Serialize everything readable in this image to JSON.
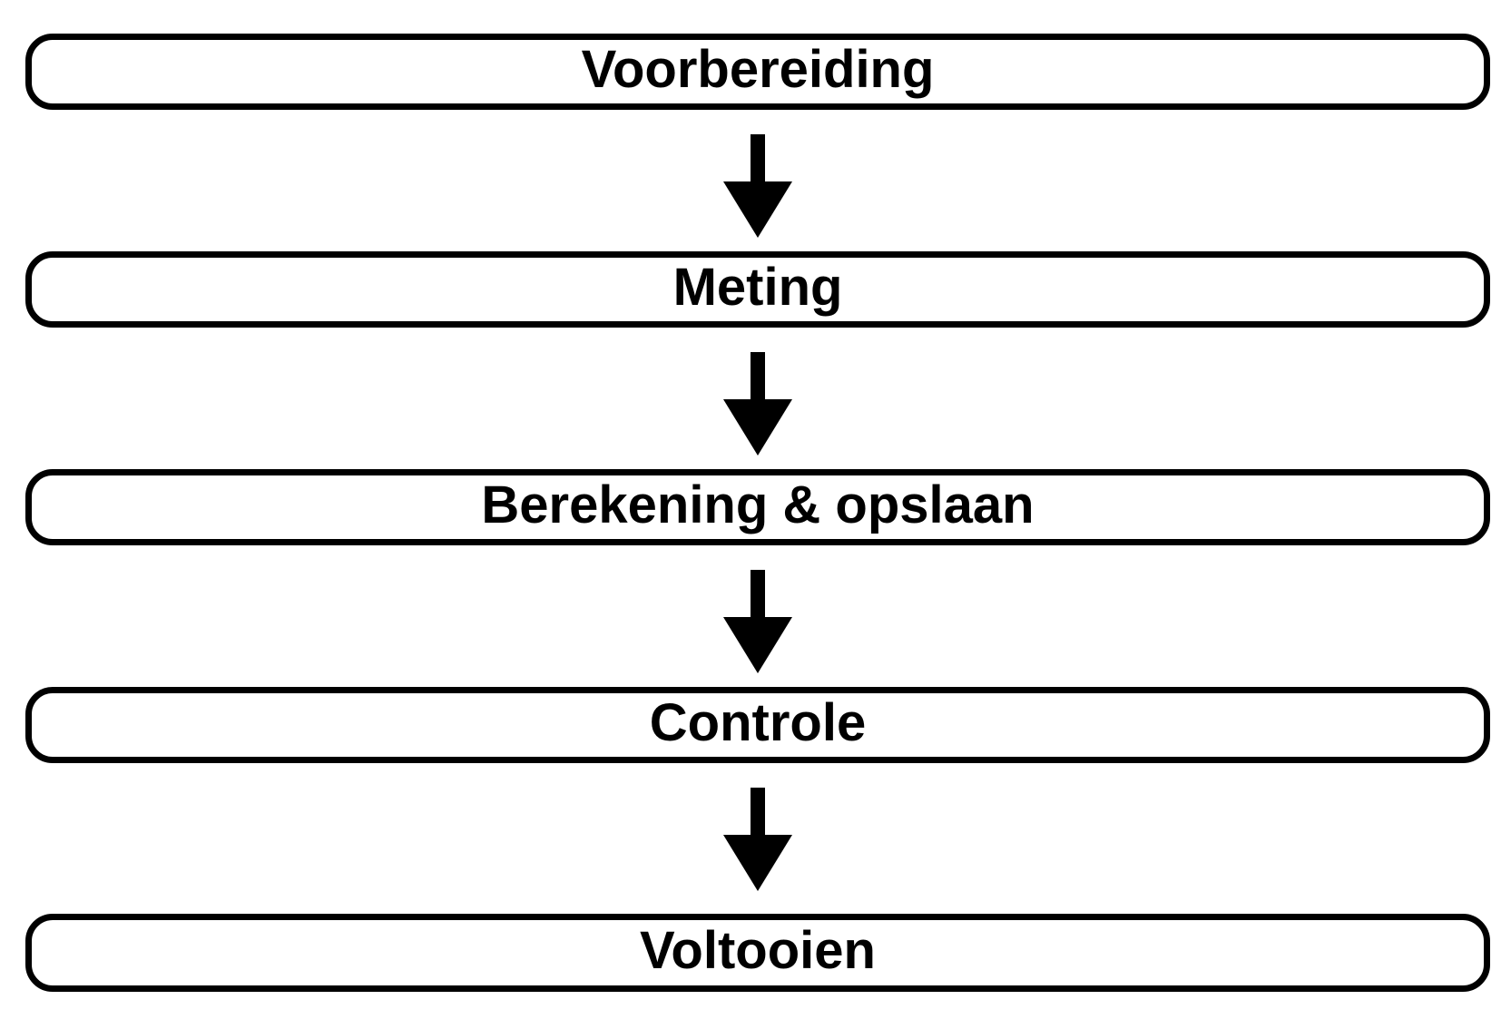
{
  "diagram": {
    "type": "flowchart",
    "direction": "top-to-bottom",
    "background_color": "#ffffff",
    "box_fill_color": "#ffffff",
    "box_border_color": "#000000",
    "text_color": "#000000",
    "arrow_color": "#000000",
    "steps": [
      {
        "label": "Voorbereiding"
      },
      {
        "label": "Meting"
      },
      {
        "label": "Berekening & opslaan"
      },
      {
        "label": "Controle"
      },
      {
        "label": "Voltooien"
      }
    ],
    "connectors": [
      {
        "from": "Voorbereiding",
        "to": "Meting",
        "style": "down-arrow"
      },
      {
        "from": "Meting",
        "to": "Berekening & opslaan",
        "style": "down-arrow"
      },
      {
        "from": "Berekening & opslaan",
        "to": "Controle",
        "style": "down-arrow"
      },
      {
        "from": "Controle",
        "to": "Voltooien",
        "style": "down-arrow"
      }
    ]
  }
}
